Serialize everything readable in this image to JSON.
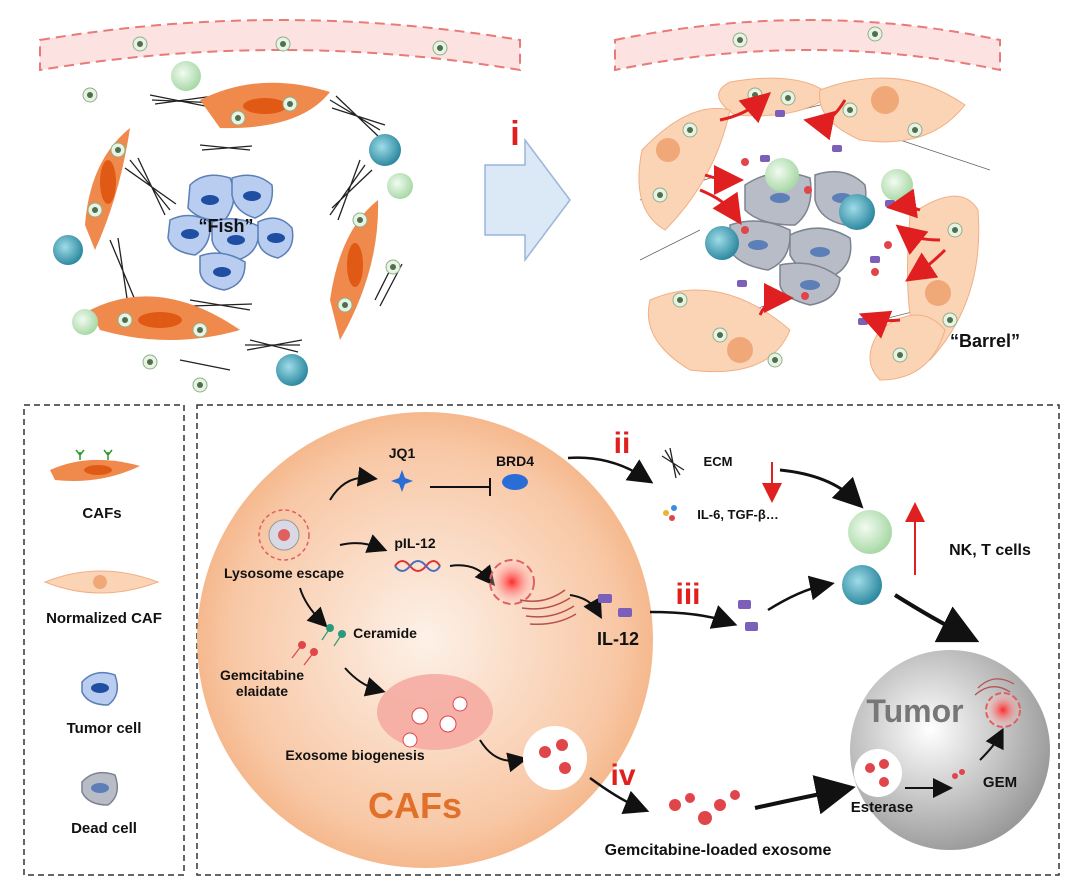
{
  "labels": {
    "step_i": "i",
    "step_ii": "ii",
    "step_iii": "iii",
    "step_iv": "iv",
    "fish": "“Fish”",
    "barrel": "“Barrel”",
    "jq1": "JQ1",
    "brd4": "BRD4",
    "pil12": "pIL-12",
    "lysosome_escape": "Lysosome escape",
    "ceramide": "Ceramide",
    "gem_elaidate_1": "Gemcitabine",
    "gem_elaidate_2": "elaidate",
    "exosome_biogenesis": "Exosome biogenesis",
    "il12": "IL-12",
    "cafs_big": "CAFs",
    "ecm": "ECM",
    "cytokines": "IL-6, TGF-β…",
    "nk_t": "NK, T cells",
    "tumor": "Tumor",
    "esterase": "Esterase",
    "gem": "GEM",
    "loaded_exosome": "Gemcitabine-loaded exosome"
  },
  "legend": [
    {
      "label": "CAFs"
    },
    {
      "label": "Normalized CAF"
    },
    {
      "label": "Tumor cell"
    },
    {
      "label": "Dead cell"
    }
  ],
  "colors": {
    "caf_orange": "#ef8a4c",
    "normalized_caf": "#fbd3b5",
    "tumor_blue": "#a9c4ec",
    "dead_gray": "#b7bcc6",
    "arrow_red": "#e02020",
    "immune_green": "#cde9c9",
    "immune_teal": "#4aa3b8",
    "exosome_red": "#e0454a"
  }
}
